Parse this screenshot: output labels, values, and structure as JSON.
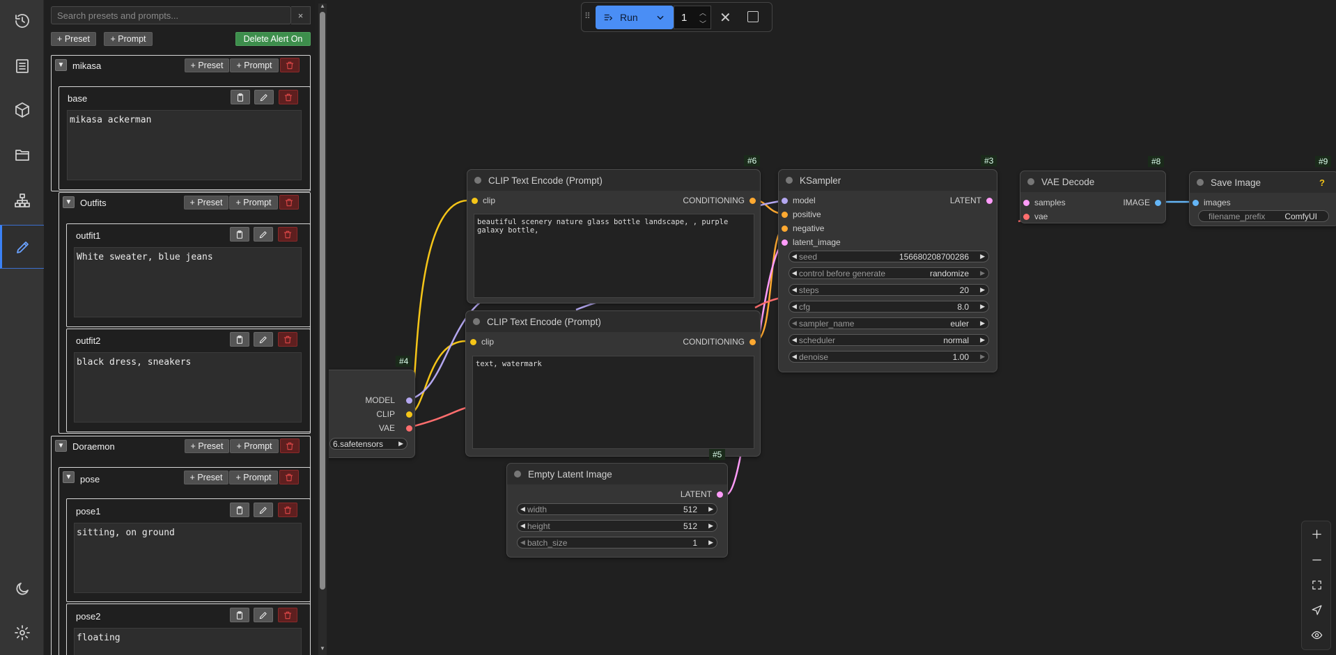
{
  "rail": {
    "items": [
      {
        "name": "history-icon"
      },
      {
        "name": "document-icon"
      },
      {
        "name": "cube-icon"
      },
      {
        "name": "folder-icon"
      },
      {
        "name": "hierarchy-icon"
      },
      {
        "name": "pencil-icon",
        "active": true
      },
      {
        "name": "moon-icon"
      },
      {
        "name": "gear-icon"
      }
    ]
  },
  "panel": {
    "search_placeholder": "Search presets and prompts...",
    "clear_label": "×",
    "add_preset_label": "+ Preset",
    "add_prompt_label": "+ Prompt",
    "delete_alert_label": "Delete Alert On",
    "groups": {
      "mikasa": {
        "title": "mikasa",
        "prompt": {
          "title": "base",
          "text": "mikasa ackerman"
        }
      },
      "outfits": {
        "title": "Outfits",
        "prompts": [
          {
            "title": "outfit1",
            "text": "White sweater, blue jeans"
          },
          {
            "title": "outfit2",
            "text": "black dress, sneakers"
          }
        ]
      },
      "doraemon": {
        "title": "Doraemon"
      },
      "pose": {
        "title": "pose",
        "prompts": [
          {
            "title": "pose1",
            "text": "sitting, on ground"
          },
          {
            "title": "pose2",
            "text": "floating"
          }
        ]
      }
    }
  },
  "runbar": {
    "run_label": "Run",
    "batch_count": "1"
  },
  "nodes": {
    "clip6": {
      "id": "#6",
      "title": "CLIP Text Encode (Prompt)",
      "input": "clip",
      "output": "CONDITIONING",
      "text": "beautiful scenery nature glass bottle landscape, , purple galaxy bottle,"
    },
    "clip7": {
      "title": "CLIP Text Encode (Prompt)",
      "input": "clip",
      "output": "CONDITIONING",
      "text": "text, watermark"
    },
    "ckpt4": {
      "id": "#4",
      "outputs": [
        "MODEL",
        "CLIP",
        "VAE"
      ],
      "ckpt_name": "6.safetensors"
    },
    "latent5": {
      "id": "#5",
      "title": "Empty Latent Image",
      "output": "LATENT",
      "widgets": [
        {
          "label": "width",
          "value": "512"
        },
        {
          "label": "height",
          "value": "512"
        },
        {
          "label": "batch_size",
          "value": "1"
        }
      ]
    },
    "ksampler3": {
      "id": "#3",
      "title": "KSampler",
      "inputs": [
        "model",
        "positive",
        "negative",
        "latent_image"
      ],
      "output": "LATENT",
      "widgets": [
        {
          "label": "seed",
          "value": "156680208700286"
        },
        {
          "label": "control before generate",
          "value": "randomize"
        },
        {
          "label": "steps",
          "value": "20"
        },
        {
          "label": "cfg",
          "value": "8.0"
        },
        {
          "label": "sampler_name",
          "value": "euler"
        },
        {
          "label": "scheduler",
          "value": "normal"
        },
        {
          "label": "denoise",
          "value": "1.00"
        }
      ]
    },
    "vae8": {
      "id": "#8",
      "title": "VAE Decode",
      "inputs": [
        "samples",
        "vae"
      ],
      "output": "IMAGE"
    },
    "save9": {
      "id": "#9",
      "title": "Save Image",
      "input": "images",
      "help": "?",
      "widget": {
        "label": "filename_prefix",
        "value": "ComfyUI"
      }
    }
  },
  "colors": {
    "accent": "#3b82f6",
    "clip": "#f5c518",
    "model": "#b4a7f0",
    "vae": "#ff6e6e",
    "latent": "#ff9cf9",
    "image": "#64b5f6",
    "conditioning": "#ffa931",
    "delete": "#e04848",
    "toggle_green": "#3d8e4c"
  }
}
